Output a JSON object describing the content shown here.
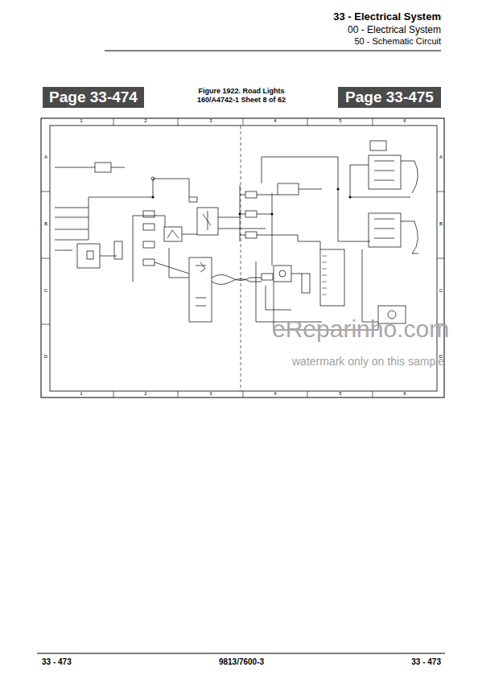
{
  "diagram": {
    "title": "Figure 1922. Road Lights",
    "caption": "160/A4742-1 Sheet 8 of 62",
    "nodes": [
      {
        "text": [
          "Page 33-474"
        ]
      },
      {
        "text": [
          "Page 33-475"
        ]
      }
    ],
    "labels": [
      "33 - Electrical System",
      "00 - Electrical System",
      "50 - Schematic Circuit",
      "33 - 473",
      "9813/7600-3",
      "33 - 473",
      "eReparinho.com",
      "watermark only on this sample",
      "1",
      "2",
      "3",
      "4",
      "5",
      "6",
      "1",
      "2",
      "3",
      "4",
      "5",
      "6",
      "A",
      "B",
      "C",
      "D",
      "A",
      "B",
      "C",
      "D"
    ]
  }
}
